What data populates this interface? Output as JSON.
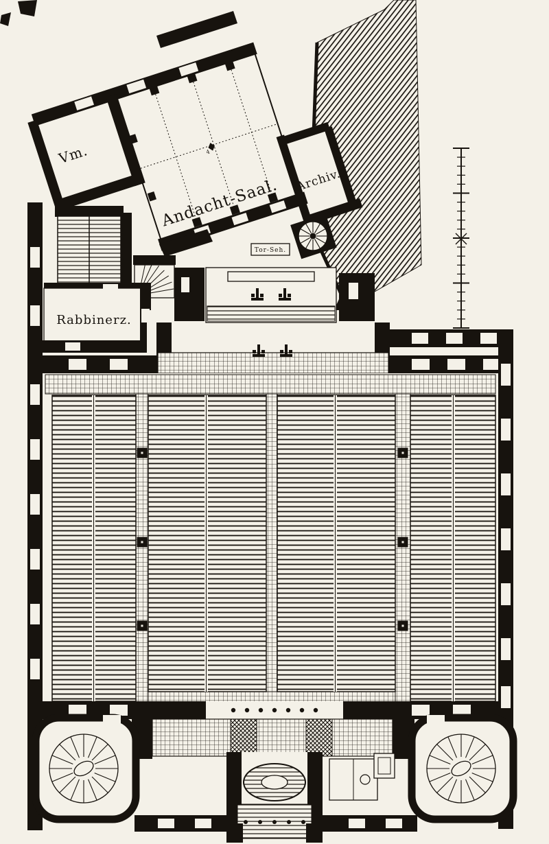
{
  "colors": {
    "paper": "#f4f1e8",
    "ink": "#17130e"
  },
  "labels": {
    "vm": "Vm.",
    "andacht_saal": "Andacht-Saal.",
    "archiv": "Archiv.",
    "rabbinerzimmer": "Rabbinerz.",
    "tor_schild": "Tor-Seh.",
    "bay_mark": "4"
  }
}
